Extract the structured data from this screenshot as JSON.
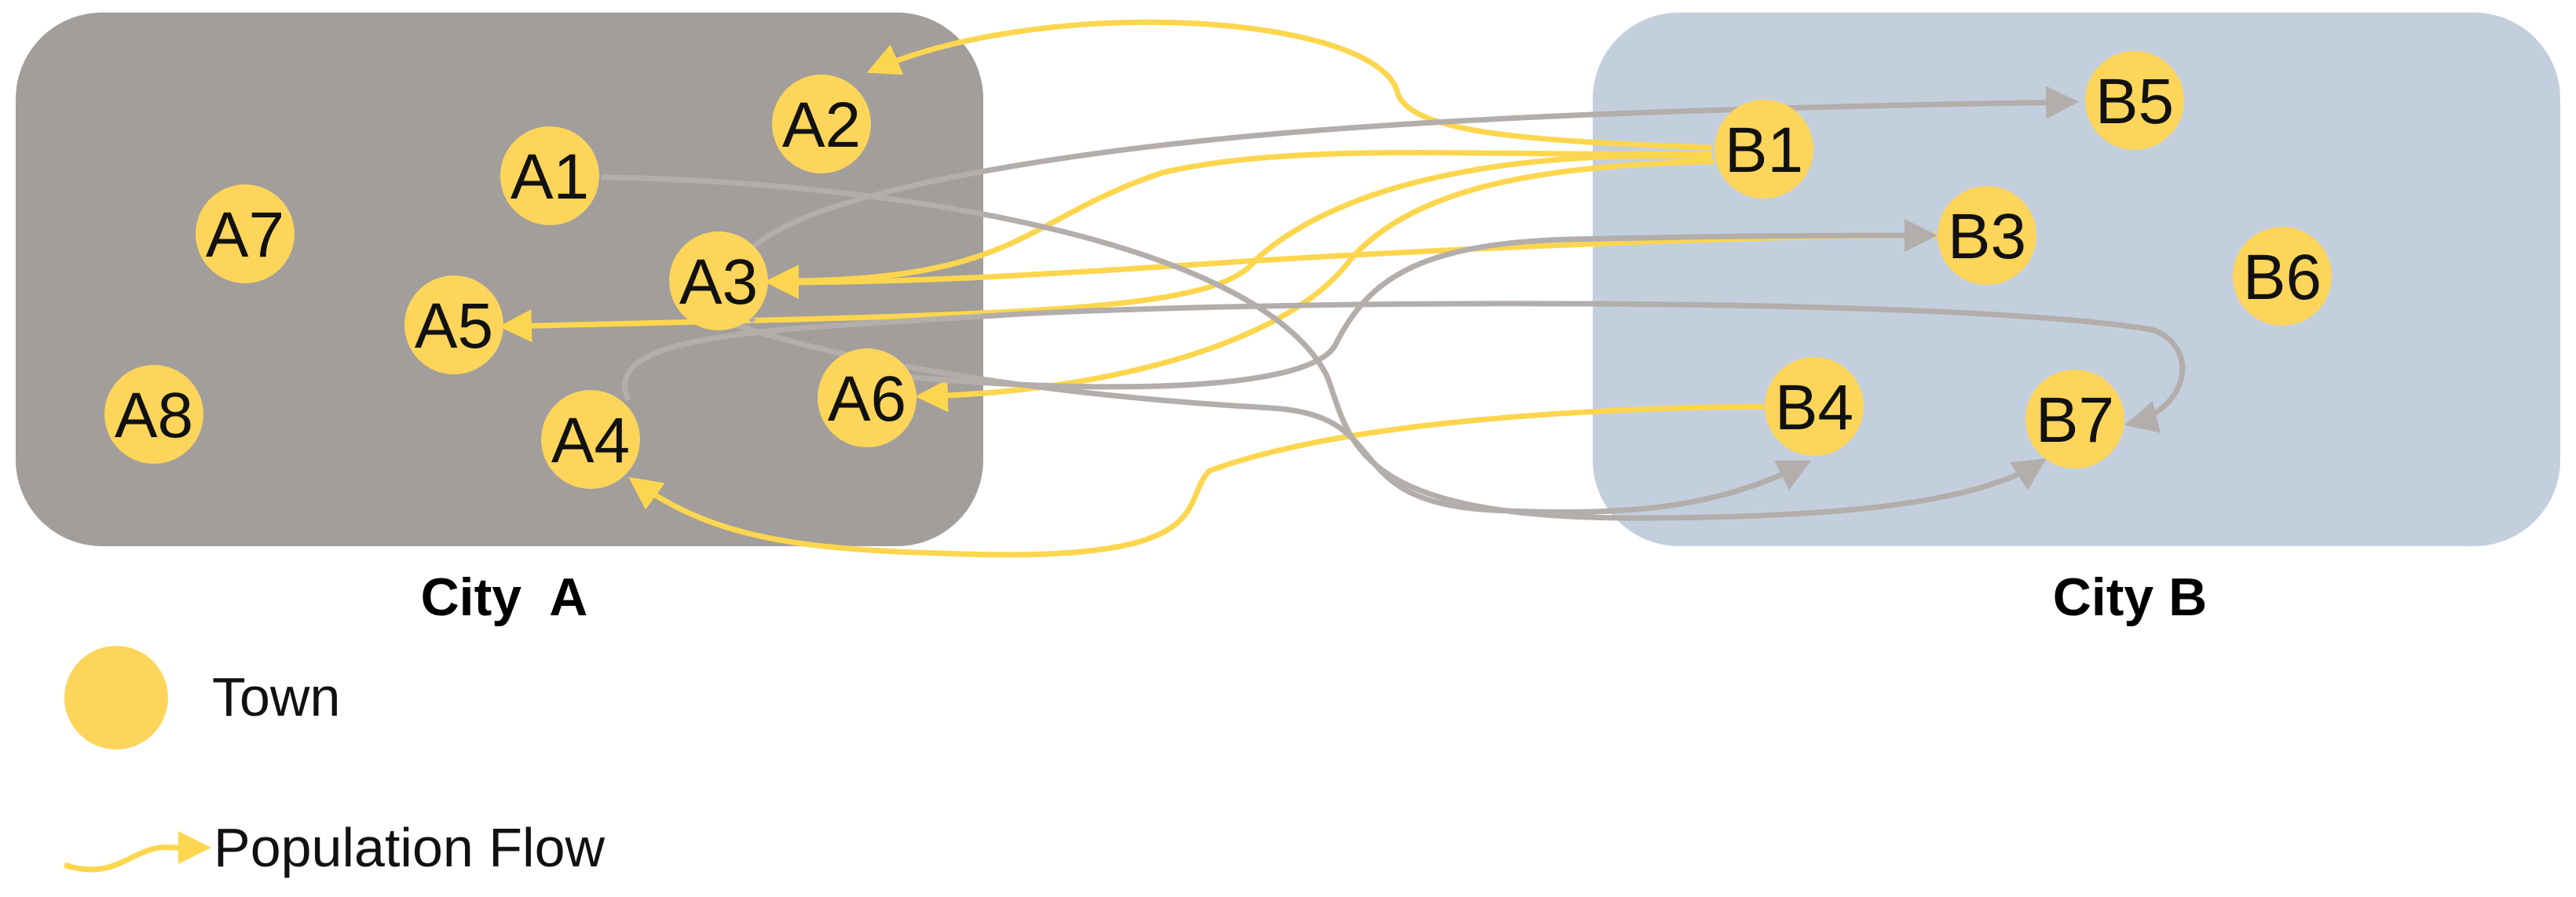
{
  "colors": {
    "city_a_fill": "#a29e9c",
    "city_b_fill": "#c3cfdd",
    "town_fill": "#fdd55a",
    "flow_yellow": "#fcd64e",
    "flow_gray": "#b3aeab",
    "text": "#111111"
  },
  "cities": [
    {
      "id": "A",
      "label": "City  A"
    },
    {
      "id": "B",
      "label": "City B"
    }
  ],
  "towns": [
    {
      "id": "A1",
      "label": "A1",
      "city": "A"
    },
    {
      "id": "A2",
      "label": "A2",
      "city": "A"
    },
    {
      "id": "A3",
      "label": "A3",
      "city": "A"
    },
    {
      "id": "A4",
      "label": "A4",
      "city": "A"
    },
    {
      "id": "A5",
      "label": "A5",
      "city": "A"
    },
    {
      "id": "A6",
      "label": "A6",
      "city": "A"
    },
    {
      "id": "A7",
      "label": "A7",
      "city": "A"
    },
    {
      "id": "A8",
      "label": "A8",
      "city": "A"
    },
    {
      "id": "B1",
      "label": "B1",
      "city": "B"
    },
    {
      "id": "B3",
      "label": "B3",
      "city": "B"
    },
    {
      "id": "B4",
      "label": "B4",
      "city": "B"
    },
    {
      "id": "B5",
      "label": "B5",
      "city": "B"
    },
    {
      "id": "B6",
      "label": "B6",
      "city": "B"
    },
    {
      "id": "B7",
      "label": "B7",
      "city": "B"
    }
  ],
  "flows": [
    {
      "from": "B1",
      "to": "A2",
      "color": "yellow"
    },
    {
      "from": "B1",
      "to": "A3",
      "color": "yellow"
    },
    {
      "from": "B1",
      "to": "A5",
      "color": "yellow"
    },
    {
      "from": "B1",
      "to": "A6",
      "color": "yellow"
    },
    {
      "from": "B3",
      "to": "A3",
      "color": "yellow"
    },
    {
      "from": "B4",
      "to": "A4",
      "color": "yellow"
    },
    {
      "from": "A1",
      "to": "B7",
      "color": "gray"
    },
    {
      "from": "A3",
      "to": "B5",
      "color": "gray"
    },
    {
      "from": "A3",
      "to": "B4",
      "color": "gray"
    },
    {
      "from": "A4",
      "to": "B7",
      "color": "gray"
    },
    {
      "from": "A6",
      "to": "B3",
      "color": "gray"
    }
  ],
  "legend": {
    "town_label": "Town",
    "flow_label": "Population Flow"
  }
}
